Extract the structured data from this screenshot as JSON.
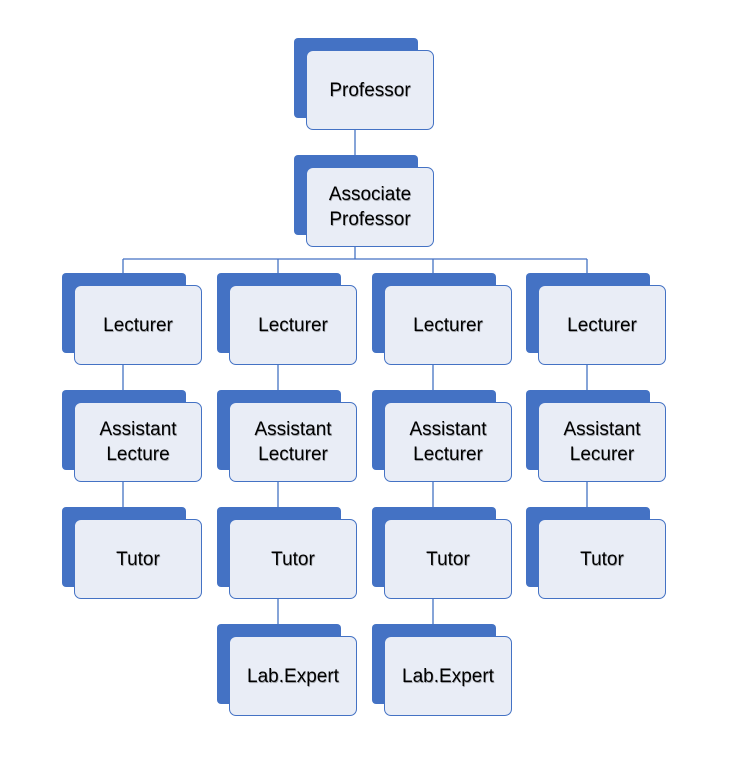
{
  "colors": {
    "accent": "#4472c4",
    "box_fill": "#e9edf6",
    "connector": "#4472c4"
  },
  "org_chart": {
    "root": {
      "id": "professor",
      "label": "Professor"
    },
    "level2": {
      "id": "associate-professor",
      "label": "Associate\nProfessor"
    },
    "columns": [
      {
        "id": "col1",
        "roles": [
          {
            "id": "lecturer-1",
            "label": "Lecturer"
          },
          {
            "id": "assistant-1",
            "label": "Assistant\nLecture"
          },
          {
            "id": "tutor-1",
            "label": "Tutor"
          }
        ]
      },
      {
        "id": "col2",
        "roles": [
          {
            "id": "lecturer-2",
            "label": "Lecturer"
          },
          {
            "id": "assistant-2",
            "label": "Assistant\nLecturer"
          },
          {
            "id": "tutor-2",
            "label": "Tutor"
          },
          {
            "id": "lab-expert-2",
            "label": "Lab.Expert"
          }
        ]
      },
      {
        "id": "col3",
        "roles": [
          {
            "id": "lecturer-3",
            "label": "Lecturer"
          },
          {
            "id": "assistant-3",
            "label": "Assistant\nLecturer"
          },
          {
            "id": "tutor-3",
            "label": "Tutor"
          },
          {
            "id": "lab-expert-3",
            "label": "Lab.Expert"
          }
        ]
      },
      {
        "id": "col4",
        "roles": [
          {
            "id": "lecturer-4",
            "label": "Lecturer"
          },
          {
            "id": "assistant-4",
            "label": "Assistant\nLecurer"
          },
          {
            "id": "tutor-4",
            "label": "Tutor"
          }
        ]
      }
    ]
  }
}
